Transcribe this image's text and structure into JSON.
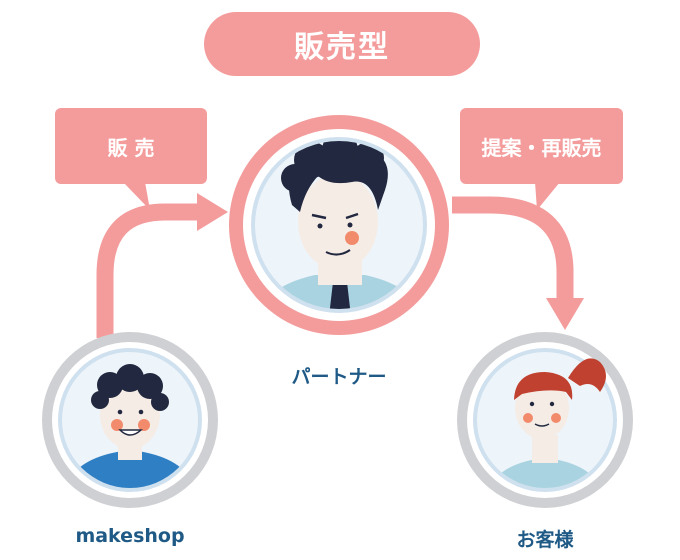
{
  "title": "販売型",
  "bubbles": {
    "left": "販 売",
    "right": "提案・再販売"
  },
  "nodes": {
    "partner": "パートナー",
    "makeshop": "makeshop",
    "customer": "お客様"
  },
  "colors": {
    "accent_pink": "#f49c9c",
    "ring_grey": "#cfd0d3",
    "label_blue": "#1f5a86",
    "hair_navy": "#22283f",
    "inner_bg": "#edf4fa"
  }
}
